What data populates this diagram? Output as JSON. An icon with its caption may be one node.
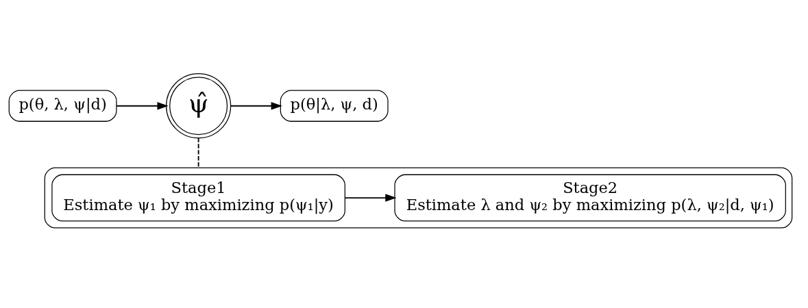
{
  "diagram": {
    "nodes": [
      {
        "text": [
          "p(θ, λ, ψ|d)"
        ]
      },
      {
        "text": [
          "ψ̂"
        ]
      },
      {
        "text": [
          "p(θ|λ, ψ, d)"
        ]
      },
      {
        "text": [],
        "shape": "box"
      },
      {
        "text": [
          "Stage1",
          "Estimate ψ₁ by maximizing p(ψ₁|y)"
        ],
        "in": 3
      },
      {
        "text": [
          "Stage2",
          "Estimate λ and ψ₂ by maximizing p(λ, ψ₂|d, ψ₁)"
        ],
        "in": 3
      }
    ],
    "edges": [
      {
        "from": 0,
        "to": 1,
        "arrow": "to"
      },
      {
        "from": 1,
        "to": 2,
        "arrow": "to"
      },
      {
        "from": 1,
        "to": 3,
        "arrow": "none",
        "style": "dashed"
      },
      {
        "from": 4,
        "to": 5,
        "arrow": "to"
      }
    ]
  }
}
